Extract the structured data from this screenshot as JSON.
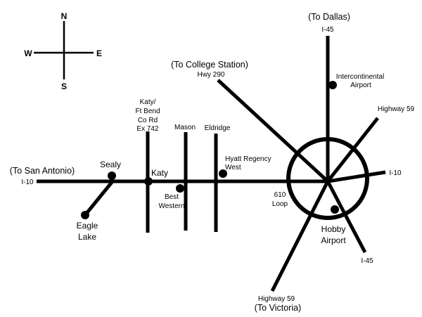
{
  "compass": {
    "north": "N",
    "south": "S",
    "east": "E",
    "west": "W"
  },
  "roads": {
    "i10_west": {
      "direction": "(To San Antonio)",
      "name": "I-10"
    },
    "i10_east": {
      "name": "I-10"
    },
    "i45_north": {
      "direction": "(To Dallas)",
      "name": "I-45"
    },
    "i45_south": {
      "name": "I-45"
    },
    "hwy290": {
      "direction": "(To College Station)",
      "name": "Hwy 290"
    },
    "hwy59_north": {
      "name": "Highway 59"
    },
    "hwy59_south": {
      "name": "Highway 59",
      "direction": "(To Victoria)"
    },
    "loop610": {
      "line1": "610",
      "line2": "Loop"
    },
    "katy_ft_bend": {
      "line1": "Katy/",
      "line2": "Ft Bend",
      "line3": "Co Rd",
      "line4": "Ex 742"
    },
    "mason": {
      "name": "Mason"
    },
    "eldridge": {
      "name": "Eldridge"
    }
  },
  "places": {
    "sealy": "Sealy",
    "eagle_lake": {
      "line1": "Eagle",
      "line2": "Lake"
    },
    "katy": "Katy",
    "best_western": {
      "line1": "Best",
      "line2": "Western"
    },
    "hyatt": {
      "line1": "Hyatt Regency",
      "line2": "West"
    },
    "intercontinental": {
      "line1": "Intercontinental",
      "line2": "Airport"
    },
    "hobby": {
      "line1": "Hobby",
      "line2": "Airport"
    }
  }
}
